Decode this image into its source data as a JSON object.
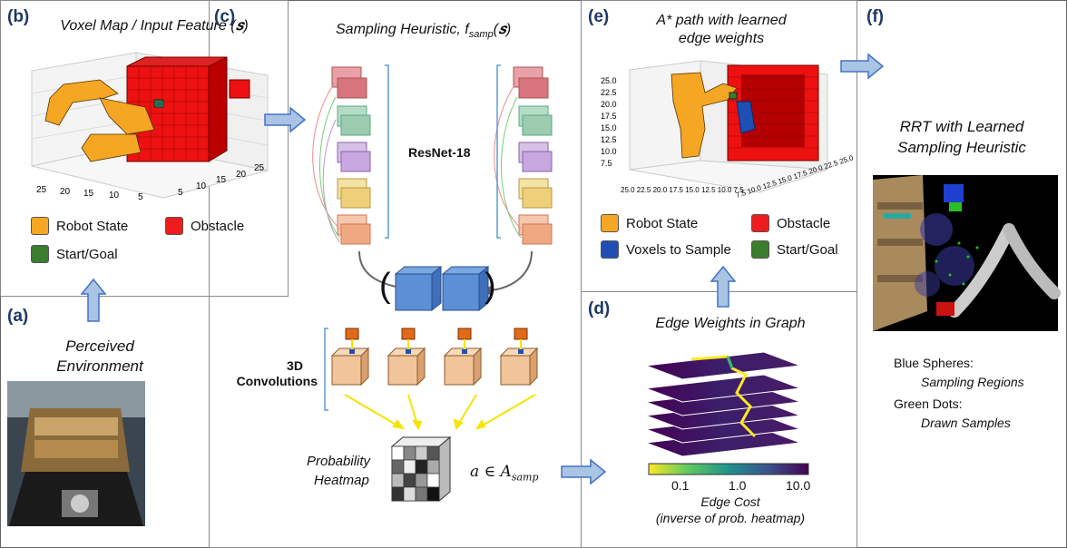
{
  "panels": {
    "a": {
      "tag": "(a)",
      "title_line1": "Perceived",
      "title_line2": "Environment"
    },
    "b": {
      "tag": "(b)",
      "title": "Voxel Map / Input Feature (𝒔)",
      "axis_ticks_left": [
        "25",
        "20",
        "15",
        "10",
        "5"
      ],
      "axis_ticks_right": [
        "5",
        "10",
        "15",
        "20",
        "25"
      ]
    },
    "c": {
      "tag": "(c)",
      "title": "Sampling Heuristic,  f",
      "title_sub": "samp",
      "title_arg": "(𝒔)",
      "resnet": "ResNet-18",
      "conv_line1": "3D",
      "conv_line2": "Convolutions",
      "heatmap_line1": "Probability",
      "heatmap_line2": "Heatmap",
      "action": "a ∈ A",
      "action_sub": "samp",
      "paren_open": "(",
      "paren_close": ")"
    },
    "d": {
      "tag": "(d)",
      "title": "Edge Weights in Graph",
      "cbar_ticks": [
        "0.1",
        "1.0",
        "10.0"
      ],
      "cbar_label1": "Edge Cost",
      "cbar_label2": "(inverse of prob. heatmap)"
    },
    "e": {
      "tag": "(e)",
      "title_line1": "A* path with learned",
      "title_line2": "edge weights",
      "z_ticks": [
        "25.0",
        "22.5",
        "20.0",
        "17.5",
        "15.0",
        "12.5",
        "10.0",
        "7.5"
      ],
      "x_ticks": "25.0 22.5 20.0 17.5 15.0 12.5 10.0 7.5",
      "y_ticks": "7.5 10.0 12.5 15.0 17.5 20.0 22.5 25.0"
    },
    "f": {
      "tag": "(f)",
      "title_line1": "RRT with Learned",
      "title_line2": "Sampling Heuristic",
      "blue_title": "Blue Spheres:",
      "blue_desc": "Sampling Regions",
      "green_title": "Green Dots:",
      "green_desc": "Drawn Samples"
    }
  },
  "legend_b": [
    {
      "label": "Robot State",
      "color": "#f5a623"
    },
    {
      "label": "Obstacle",
      "color": "#ee1c1c"
    },
    {
      "label": "Start/Goal",
      "color": "#3a7d2c"
    }
  ],
  "legend_e": [
    {
      "label": "Robot State",
      "color": "#f5a623"
    },
    {
      "label": "Obstacle",
      "color": "#ee1c1c"
    },
    {
      "label": "Voxels to Sample",
      "color": "#1f4fb5"
    },
    {
      "label": "Start/Goal",
      "color": "#3a7d2c"
    }
  ],
  "colors": {
    "arrow_fill": "#a9c4e4",
    "arrow_stroke": "#4472c4",
    "tag": "#1f3864",
    "bracket": "#5b9bd5",
    "conv_arrow": "#f5e400"
  }
}
